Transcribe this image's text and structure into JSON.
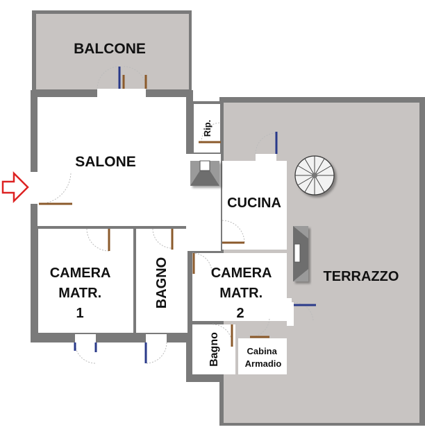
{
  "rooms": {
    "balcone": "BALCONE",
    "salone": "SALONE",
    "ripostiglio": "Rip.",
    "cucina": "CUCINA",
    "camera1": [
      "CAMERA",
      "MATR.",
      "1"
    ],
    "bagno1": "BAGNO",
    "camera2": [
      "CAMERA",
      "MATR.",
      "2"
    ],
    "bagno2": "Bagno",
    "cabina": [
      "Cabina",
      "Armadio"
    ],
    "terrazzo": "TERRAZZO"
  },
  "colors": {
    "wall": "#7a7a7a",
    "wall_dark": "#555555",
    "room_floor": "#ffffff",
    "outdoor_floor": "#c8c4c2",
    "door_brown": "#8b5a2b",
    "window_blue": "#2a3a8a",
    "entrance_arrow": "#dd2222"
  },
  "icons": [
    "entrance-arrow-icon",
    "spiral-staircase-icon",
    "fireplace-icon",
    "door-swing-icon"
  ]
}
